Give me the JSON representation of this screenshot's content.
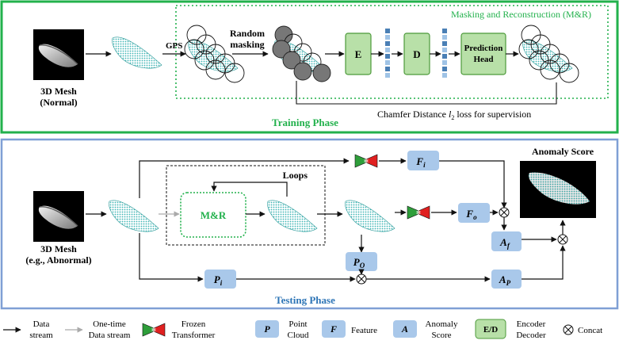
{
  "training": {
    "phase_label": "Training Phase",
    "mesh_caption": [
      "3D Mesh",
      "(Normal)"
    ],
    "gps": "GPS",
    "random_masking": [
      "Random",
      "masking"
    ],
    "mr_title": "Masking and Reconstruction (M&R)",
    "encoder": "E",
    "decoder": "D",
    "prediction_head": [
      "Prediction",
      "Head"
    ],
    "chamfer": "Chamfer Distance",
    "chamfer_sym": "l",
    "chamfer_sub": "2",
    "chamfer_tail": "loss for supervision"
  },
  "testing": {
    "phase_label": "Testing Phase",
    "mesh_caption": [
      "3D Mesh",
      "(e.g., Abnormal)"
    ],
    "loops": "Loops",
    "mr": "M&R",
    "anomaly_score": "Anomaly Score",
    "fi": "F",
    "fi_sub": "i",
    "fo": "F",
    "fo_sub": "o",
    "af": "A",
    "af_sub": "f",
    "po": "P",
    "po_sub": "O",
    "pi": "P",
    "pi_sub": "i",
    "ap": "A",
    "ap_sub": "P"
  },
  "legend": {
    "data_stream": [
      "Data",
      "stream"
    ],
    "one_time": [
      "One-time",
      "Data stream"
    ],
    "frozen": [
      "Frozen",
      "Transformer"
    ],
    "p_sym": "P",
    "point_cloud": [
      "Point",
      "Cloud"
    ],
    "f_sym": "F",
    "feature": "Feature",
    "a_sym": "A",
    "anomaly": [
      "Anomaly",
      "Score"
    ],
    "ed_sym": "E/D",
    "encdec": [
      "Encoder",
      "Decoder"
    ],
    "concat": "Concat"
  },
  "colors": {
    "training_border": "#22b14c",
    "testing_border": "#7f9fd5",
    "training_label": "#22b14c",
    "testing_label": "#2e75b6",
    "module_fill": "#b8e0a8",
    "module_border": "#4c9a3a",
    "feature_box": "#a9c8ea",
    "cloud": "#3fb6b5"
  }
}
